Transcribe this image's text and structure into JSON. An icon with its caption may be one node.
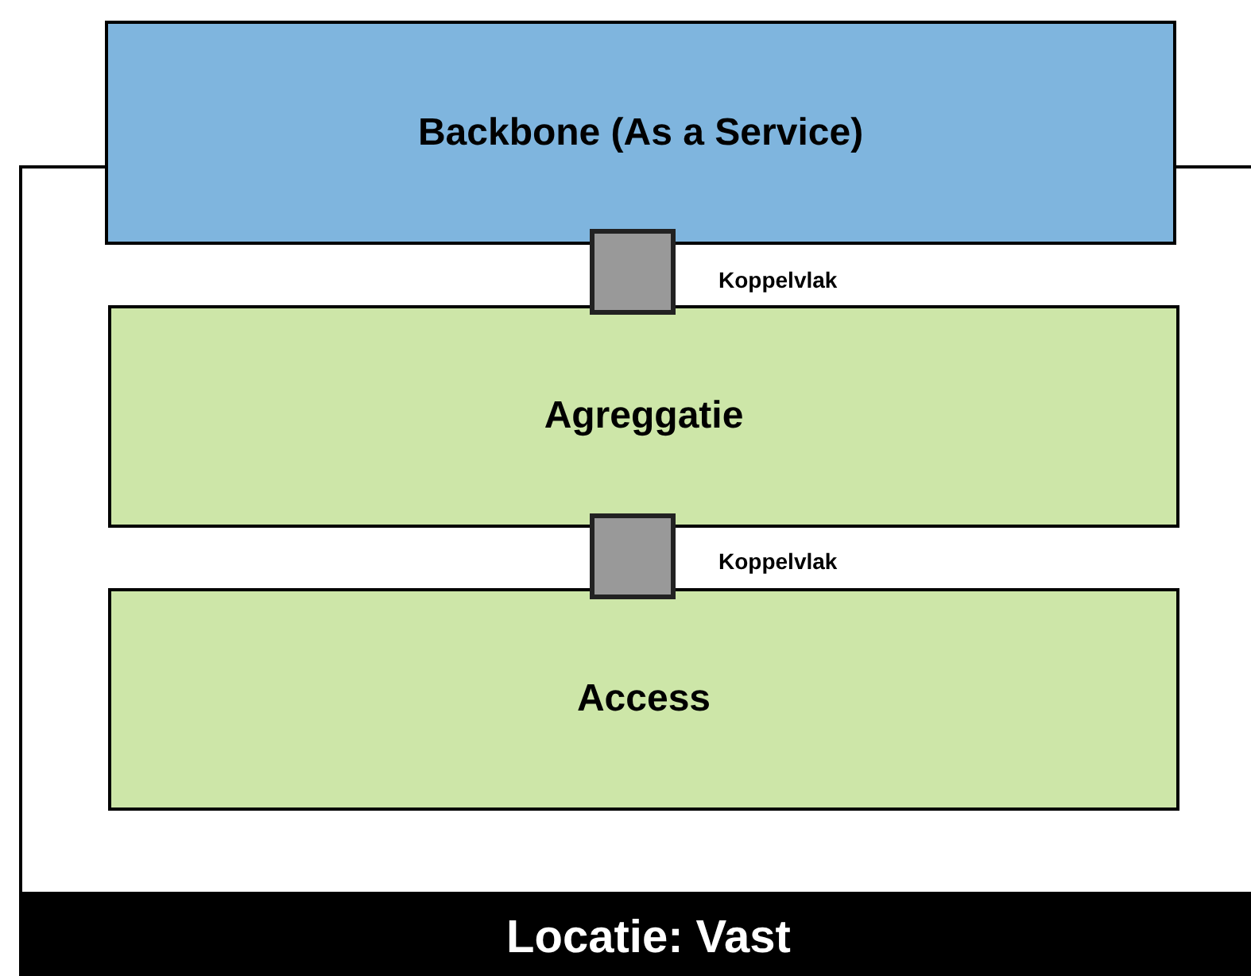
{
  "diagram": {
    "nodes": [
      {
        "text": [
          "Backbone (As a Service)"
        ]
      },
      {
        "text": [
          "Locatie: Vast"
        ]
      },
      {
        "text": [],
        "shape": "box",
        "in": 1
      },
      {
        "text": [
          "Agreggatie"
        ],
        "in": 1
      },
      {
        "text": [],
        "shape": "box",
        "in": 1
      },
      {
        "text": [
          "Access"
        ],
        "in": 1
      }
    ],
    "labels": [
      "Koppelvlak",
      "Koppelvlak"
    ]
  }
}
